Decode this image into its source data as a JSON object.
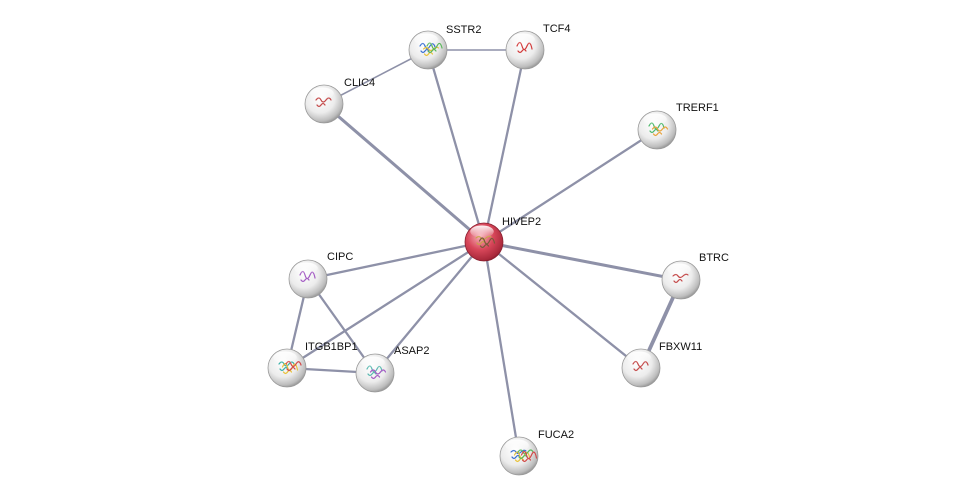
{
  "network": {
    "nodes": [
      {
        "id": "HIVEP2",
        "label": "HIVEP2",
        "query": true,
        "structure_colors": [
          "#c9a24a",
          "#7a5a3a"
        ]
      },
      {
        "id": "SSTR2",
        "label": "SSTR2",
        "query": false,
        "structure_colors": [
          "#3a6fd1",
          "#e8c23a",
          "#5bb85b"
        ]
      },
      {
        "id": "TCF4",
        "label": "TCF4",
        "query": false,
        "structure_colors": [
          "#d23a3a"
        ]
      },
      {
        "id": "CLIC4",
        "label": "CLIC4",
        "query": false,
        "structure_colors": [
          "#c44a4a"
        ]
      },
      {
        "id": "TRERF1",
        "label": "TRERF1",
        "query": false,
        "structure_colors": [
          "#4bb86a",
          "#e8a23a"
        ]
      },
      {
        "id": "BTRC",
        "label": "BTRC",
        "query": false,
        "structure_colors": [
          "#c44a4a"
        ]
      },
      {
        "id": "FBXW11",
        "label": "FBXW11",
        "query": false,
        "structure_colors": [
          "#c44a4a"
        ]
      },
      {
        "id": "CIPC",
        "label": "CIPC",
        "query": false,
        "structure_colors": [
          "#a45cc4"
        ]
      },
      {
        "id": "ITGB1BP1",
        "label": "ITGB1BP1",
        "query": false,
        "structure_colors": [
          "#3ab0a8",
          "#e8c23a",
          "#d24a4a"
        ]
      },
      {
        "id": "ASAP2",
        "label": "ASAP2",
        "query": false,
        "structure_colors": [
          "#5ab8b0",
          "#a45cc4"
        ]
      },
      {
        "id": "FUCA2",
        "label": "FUCA2",
        "query": false,
        "structure_colors": [
          "#3a6fd1",
          "#e8c23a",
          "#5bb85b",
          "#d24a4a"
        ]
      }
    ],
    "edges": [
      {
        "source": "HIVEP2",
        "target": "SSTR2",
        "weight": 2
      },
      {
        "source": "HIVEP2",
        "target": "TCF4",
        "weight": 2
      },
      {
        "source": "HIVEP2",
        "target": "CLIC4",
        "weight": 3
      },
      {
        "source": "HIVEP2",
        "target": "TRERF1",
        "weight": 2
      },
      {
        "source": "HIVEP2",
        "target": "BTRC",
        "weight": 3
      },
      {
        "source": "HIVEP2",
        "target": "FBXW11",
        "weight": 2
      },
      {
        "source": "HIVEP2",
        "target": "CIPC",
        "weight": 2
      },
      {
        "source": "HIVEP2",
        "target": "ITGB1BP1",
        "weight": 2
      },
      {
        "source": "HIVEP2",
        "target": "ASAP2",
        "weight": 2
      },
      {
        "source": "HIVEP2",
        "target": "FUCA2",
        "weight": 2
      },
      {
        "source": "SSTR2",
        "target": "TCF4",
        "weight": 1
      },
      {
        "source": "SSTR2",
        "target": "CLIC4",
        "weight": 1
      },
      {
        "source": "BTRC",
        "target": "FBXW11",
        "weight": 4
      },
      {
        "source": "CIPC",
        "target": "ITGB1BP1",
        "weight": 2
      },
      {
        "source": "CIPC",
        "target": "ASAP2",
        "weight": 2
      },
      {
        "source": "ITGB1BP1",
        "target": "ASAP2",
        "weight": 2
      }
    ],
    "colors": {
      "edge": "#8e91a8",
      "query_node": "#d8475a",
      "other_node": "#f2f2f2",
      "background": "#ffffff"
    }
  }
}
